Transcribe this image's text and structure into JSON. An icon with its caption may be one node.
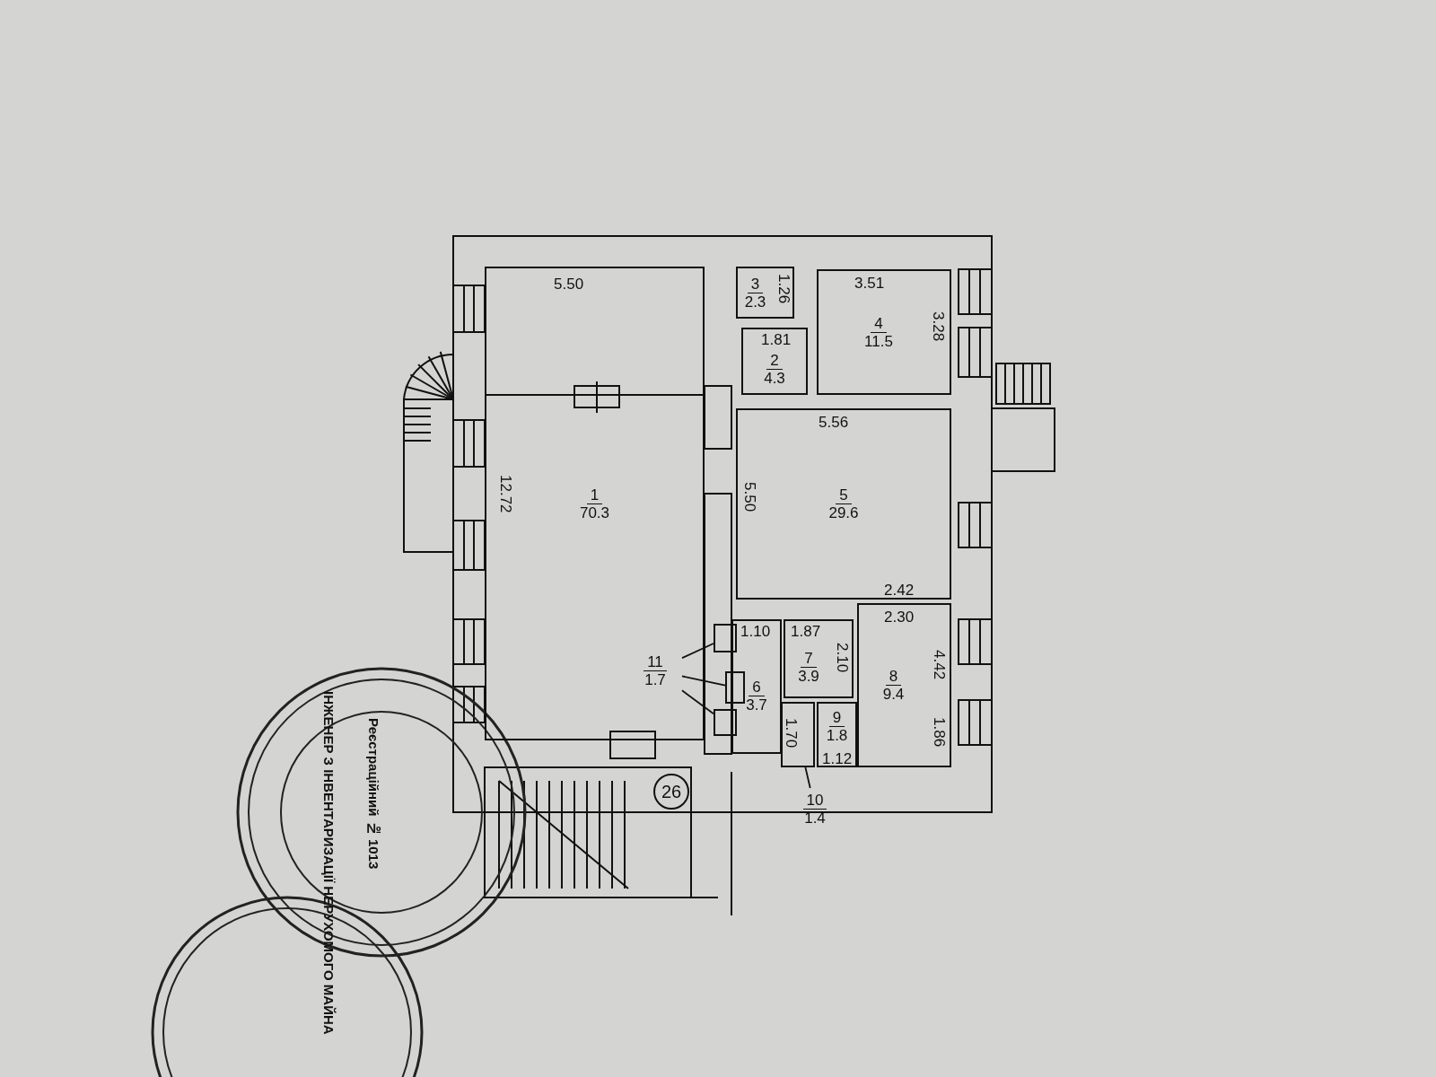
{
  "diagram": {
    "nodes": [
      {
        "text": [
          "5.50",
          "12.72",
          "1",
          "70.3"
        ]
      },
      {
        "text": [
          "1.81",
          "2",
          "4.3"
        ]
      },
      {
        "text": [
          "3",
          "2.3",
          "1.26"
        ]
      },
      {
        "text": [
          "3.51",
          "3.28",
          "4",
          "11.5"
        ]
      },
      {
        "text": [
          "5.56",
          "5.50",
          "5",
          "29.6"
        ]
      },
      {
        "text": [
          "1.10",
          "6",
          "3.7"
        ]
      },
      {
        "text": [
          "1.87",
          "2.10",
          "7",
          "3.9"
        ]
      },
      {
        "text": [
          "2.30",
          "4.42",
          "8",
          "9.4",
          "1.86"
        ],
        "beside": [
          "2.42"
        ]
      },
      {
        "text": [
          "9",
          "1.8",
          "1.12"
        ]
      },
      {
        "text": [
          "10",
          "1.4"
        ]
      },
      {
        "text": [],
        "shape": "box"
      },
      {
        "text": [
          "11",
          "1.7"
        ],
        "in": 0
      },
      {
        "text": [],
        "shape": "box"
      },
      {
        "text": [],
        "shape": "box"
      },
      {
        "text": [],
        "shape": "box"
      },
      {
        "text": [
          "26"
        ]
      }
    ],
    "edges": [
      {
        "from": 9,
        "to": 10,
        "arrow": "none"
      },
      {
        "from": 11,
        "to": 12,
        "arrow": "none"
      },
      {
        "from": 11,
        "to": 13,
        "arrow": "none"
      },
      {
        "from": 11,
        "to": 14,
        "arrow": "none"
      }
    ],
    "labels": [
      "1.70",
      "ІНЖЕНЕР З ІНВЕНТАРИЗАЦІЇ НЕРУХОМОГО МАЙНА",
      "Реєстраційний № 1013"
    ]
  }
}
